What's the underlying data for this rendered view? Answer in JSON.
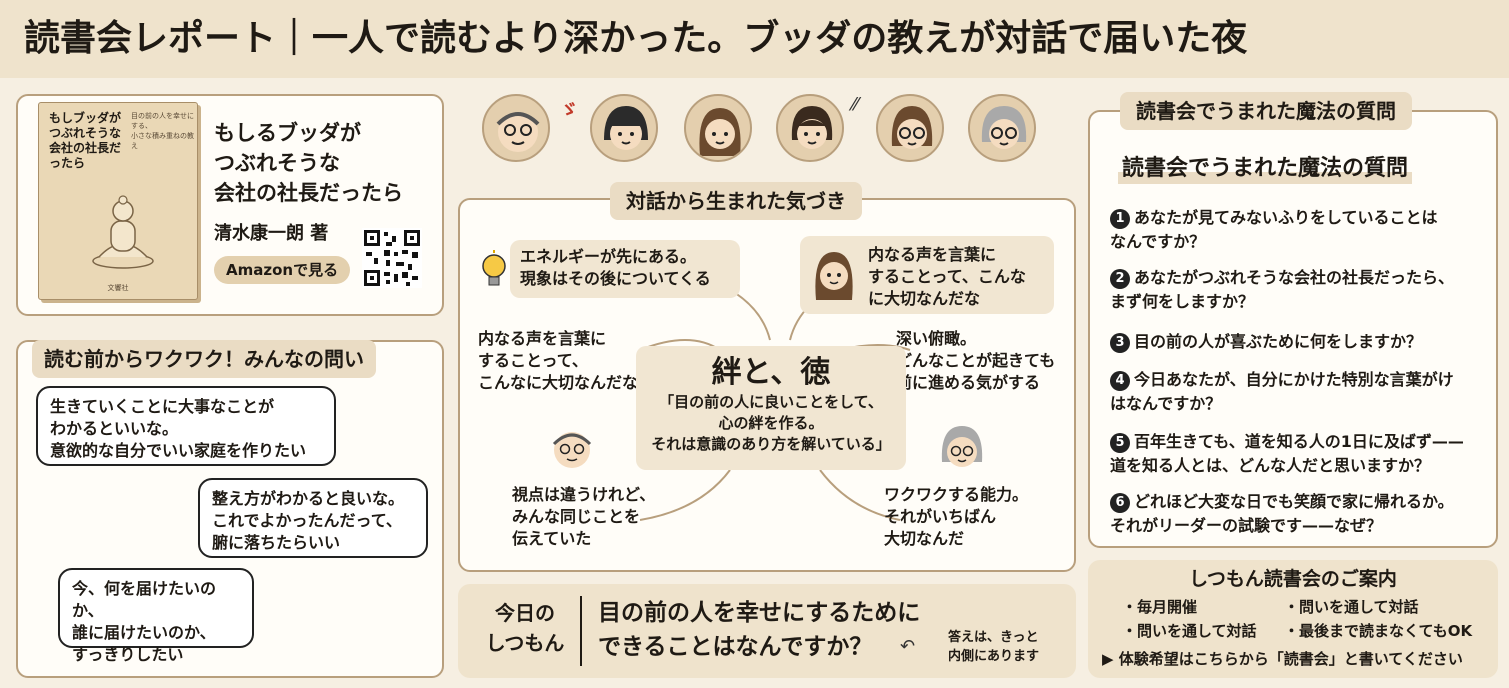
{
  "header": {
    "title": "読書会レポート｜一人で読むより深かった。ブッダの教えが対話で届いた夜"
  },
  "book": {
    "cover_title": "もしブッダが\nつぶれそうな\n会社の社長だったら",
    "cover_tagline": "目の前の人を幸せにする、\n小さな積み重ねの教え",
    "publisher": "文響社",
    "title_lines": [
      "もしるブッダが",
      "つぶれそうな",
      "会社の社長だったら"
    ],
    "author": "清水康一朗 著",
    "amazon_button": "Amazonで見る"
  },
  "before": {
    "heading": "読む前からワクワク！みんなの問い",
    "bubbles": [
      "生きていくことに大事なことが\nわかるといいな。\n意欲的な自分でいい家庭を作りたい",
      "整え方がわかると良いな。\nこれでよかったんだって、\n腑に落ちたらいい",
      "今、何を届けたいのか、\n誰に届けたいのか、\nすっきりしたい"
    ]
  },
  "dialogue": {
    "heading": "対話から生まれた気づき",
    "center_title": "絆と、徳",
    "center_text": "「目の前の人に良いことをして、\n心の絆を作る。\nそれは意識のあり方を解いている」",
    "insights": [
      "エネルギーが先にある。\n現象はその後についてくる",
      "内なる声を言葉に\nすることって、こんな\nに大切なんだな",
      "内なる声を言葉に\nすることって、\nこんなに大切なんだな",
      "深い俯瞰。\nどんなことが起きても\n前に進める気がする",
      "視点は違うけれど、\nみんな同じことを\n伝えていた",
      "ワクワクする能力。\nそれがいちばん\n大切なんだ"
    ]
  },
  "today": {
    "label": "今日の\nしつもん",
    "question": "目の前の人を幸せにするために\nできることはなんですか？",
    "note": "答えは、きっと\n内側にあります"
  },
  "magic": {
    "tab_heading": "読書会でうまれた魔法の質問",
    "heading": "読書会でうまれた魔法の質問",
    "questions": [
      {
        "num": "1",
        "text": "あなたが見てみないふりをしていることは\nなんですか？"
      },
      {
        "num": "2",
        "text": "あなたがつぶれそうな会社の社長だったら、\nまず何をしますか？"
      },
      {
        "num": "3",
        "text": "目の前の人が喜ぶために何をしますか？"
      },
      {
        "num": "4",
        "text": "今日あなたが、自分にかけた特別な言葉がけ\nはなんですか？"
      },
      {
        "num": "5",
        "text": "百年生きても、道を知る人の1日に及ばず——\n道を知る人とは、どんな人だと思いますか？"
      },
      {
        "num": "6",
        "text": "どれほど大変な日でも笑顔で家に帰れるか。\nそれがリーダーの試験です——なぜ？"
      }
    ]
  },
  "guide": {
    "heading": "しつもん読書会のご案内",
    "items": [
      "・毎月開催",
      "・問いを通して対話",
      "・問いを通して対話",
      "・最後まで読まなくてもOK"
    ],
    "cta": "▶ 体験希望はこちらから「読書会」と書いてください"
  },
  "colors": {
    "accent_beige": "#eadcc4",
    "border": "#b89f7d",
    "background": "#f6efe2"
  }
}
